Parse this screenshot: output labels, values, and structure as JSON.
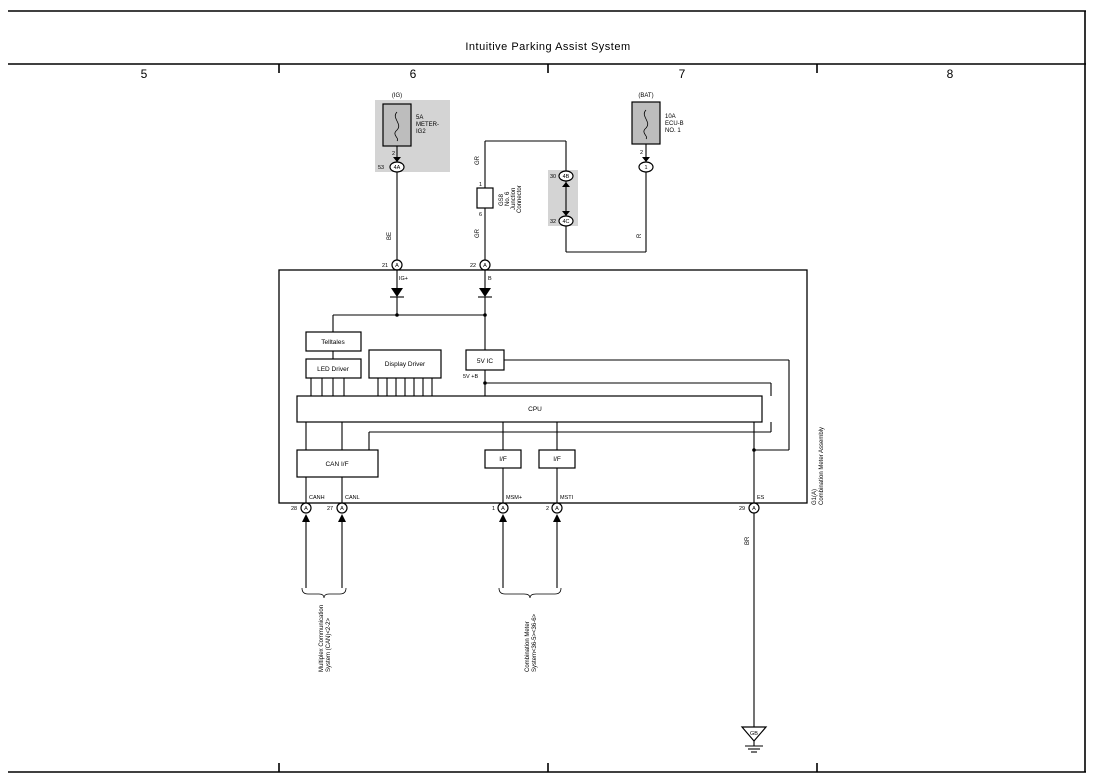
{
  "title": "Intuitive Parking Assist System",
  "columns": [
    "5",
    "6",
    "7",
    "8"
  ],
  "fuses": {
    "ig": {
      "source": "(IG)",
      "rating": "5A",
      "name_line1": "METER-",
      "name_line2": "IG2",
      "pin": "2",
      "conn_pin": "53",
      "conn_code": "4A"
    },
    "bat": {
      "source": "(BAT)",
      "rating": "10A",
      "name_line1": "ECU-B",
      "name_line2": "NO. 1",
      "pin": "2",
      "conn_code": "1"
    }
  },
  "wires": {
    "be": "BE",
    "gr_top": "GR",
    "gr_bottom": "GR",
    "r": "R",
    "br": "BR"
  },
  "junction": {
    "code": "GS8",
    "line1": "No. 6",
    "line2": "Junction",
    "line3": "Connector",
    "pin_top": "1",
    "pin_bottom": "6"
  },
  "connectors": {
    "c4b": {
      "pin": "30",
      "code": "4B"
    },
    "c4c": {
      "pin": "32",
      "code": "4C"
    }
  },
  "meter": {
    "pin_ig": {
      "num": "21",
      "code": "A",
      "label": "IG+"
    },
    "pin_b": {
      "num": "22",
      "code": "A",
      "label": "B"
    },
    "telltales": "Telltales",
    "led_driver": "LED Driver",
    "display_driver": "Display Driver",
    "regulator": "5V IC",
    "regulator_out": "5V +B",
    "cpu": "CPU",
    "can_if": "CAN I/F",
    "if1": "I/F",
    "if2": "I/F",
    "pin_canh": {
      "num": "28",
      "code": "A",
      "label": "CANH"
    },
    "pin_canl": {
      "num": "27",
      "code": "A",
      "label": "CANL"
    },
    "pin_msm": {
      "num": "1",
      "code": "A",
      "label": "MSM+"
    },
    "pin_msti": {
      "num": "2",
      "code": "A",
      "label": "MSTI"
    },
    "pin_es": {
      "num": "29",
      "code": "A",
      "label": "ES"
    },
    "assembly_code": "G1(A)",
    "assembly_name": "Combination Meter Assembly"
  },
  "refs": {
    "multiplex_line1": "Multiplex Communication",
    "multiplex_line2": "System (CAN)<2-2>",
    "combo_line1": "Combination Meter",
    "combo_line2": "System<36-5><36-6>"
  },
  "ground": {
    "code": "GB"
  }
}
